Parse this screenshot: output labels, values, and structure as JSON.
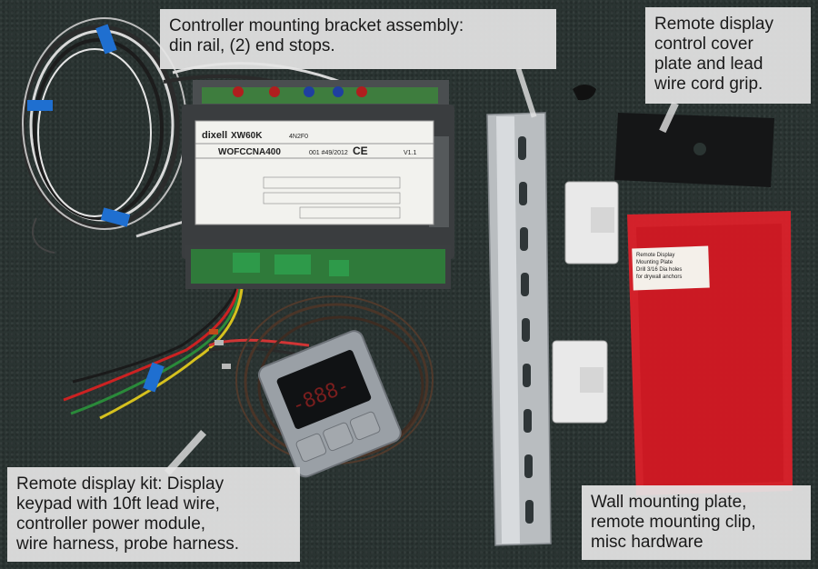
{
  "callouts": {
    "bracket": "Controller mounting bracket assembly:\ndin rail, (2) end stops.",
    "remote_cover": "Remote display\ncontrol cover\nplate and lead\nwire cord grip.",
    "display_kit": "Remote display kit: Display\nkeypad with 10ft lead wire,\ncontroller power module,\nwire harness, probe harness.",
    "wall_plate": "Wall mounting plate,\nremote mounting clip,\nmisc hardware"
  },
  "controller_label": {
    "brand": "dixell",
    "model": "XW60K",
    "part": "WOFCCNA400",
    "code": "4N2F0",
    "lot": "001 #49/2012",
    "version": "V1.1"
  },
  "remote_display": {
    "readout": "-888-"
  },
  "bag_label": "Remote Display\nMounting Plate\nDrill 3/16 Dia holes\nfor drywall anchors",
  "colors": {
    "carpet": "#2a3432",
    "controller_body": "#3a3d3f",
    "label_white": "#f2f2ee",
    "terminal_green": "#2e9a4a",
    "din_rail": "#b9bdc0",
    "red_bag": "#e0202a",
    "wire_blue_tie": "#1f6fd0",
    "display_grey": "#9aa0a6",
    "callout_bg": "#e4e4e4"
  }
}
